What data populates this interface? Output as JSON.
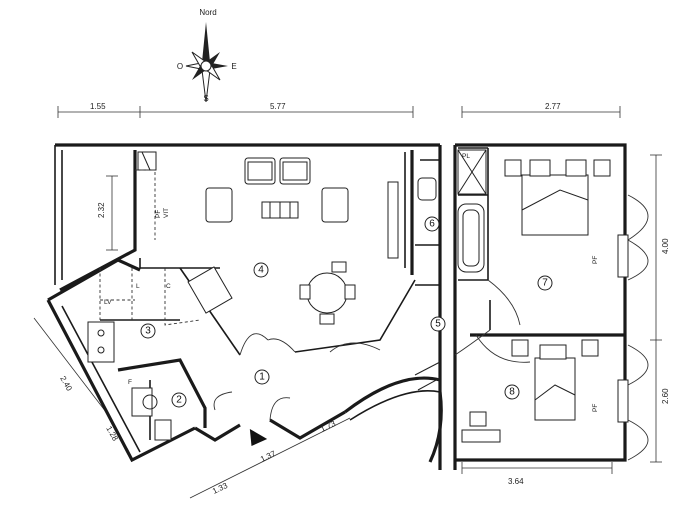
{
  "compass": {
    "north": "Nord",
    "west": "O",
    "east": "E",
    "south": "S"
  },
  "dimensions": {
    "top_left": "1.55",
    "top_middle": "5.77",
    "top_right": "2.77",
    "left_upper": "2.32",
    "left_mid": "2.40",
    "left_low": "1.28",
    "bottom_a": "1.33",
    "bottom_b": "1.37",
    "bottom_c": "1.73",
    "bottom_right": "3.64",
    "right_upper": "4.00",
    "right_lower": "2.60"
  },
  "rooms": [
    "1",
    "2",
    "3",
    "4",
    "5",
    "6",
    "7",
    "8"
  ],
  "labels": {
    "pl": "PL",
    "pf1": "PF",
    "vit": "VIT",
    "pf2": "PF",
    "pf3": "PF",
    "lv": "LV",
    "lL": "L",
    "c": "C",
    "f": "F"
  }
}
